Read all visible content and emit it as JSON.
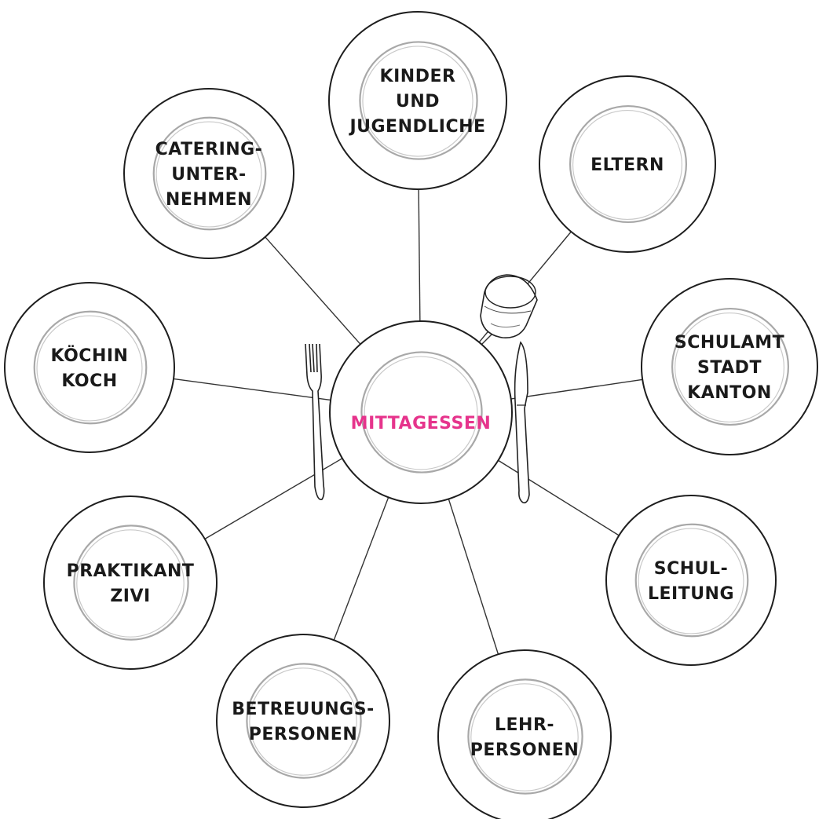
{
  "center": {
    "label": "MITTAGESSEN",
    "color": "#e6348c"
  },
  "label_color": "#1a1a1a",
  "plates": [
    {
      "id": "kinder",
      "lines": [
        "KINDER",
        "UND",
        "JUGENDLICHE"
      ]
    },
    {
      "id": "eltern",
      "lines": [
        "ELTERN"
      ]
    },
    {
      "id": "schulamt",
      "lines": [
        "SCHULAMT",
        "STADT",
        "KANTON"
      ]
    },
    {
      "id": "schulleitung",
      "lines": [
        "SCHUL-",
        "LEITUNG"
      ]
    },
    {
      "id": "lehrpersonen",
      "lines": [
        "LEHR-",
        "PERSONEN"
      ]
    },
    {
      "id": "betreuungspersonen",
      "lines": [
        "BETREUUNGS-",
        "PERSONEN"
      ]
    },
    {
      "id": "praktikant",
      "lines": [
        "PRAKTIKANT",
        "ZIVI"
      ]
    },
    {
      "id": "koechin",
      "lines": [
        "KÖCHIN",
        "KOCH"
      ]
    },
    {
      "id": "catering",
      "lines": [
        "CATERING-",
        "UNTER-",
        "NEHMEN"
      ]
    }
  ],
  "icons": [
    "fork-icon",
    "knife-icon",
    "drinking-glass-icon"
  ]
}
